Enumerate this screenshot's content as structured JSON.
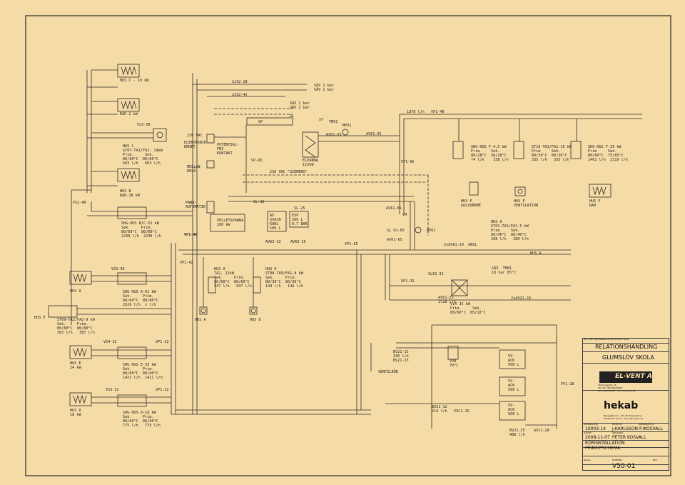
{
  "labels": {
    "hus_c_18": "HUS C - 18 kW",
    "rad_2": "RAD-2 kW",
    "vs3_50": "VS3-50",
    "hus_c_block": "HUS C\nST07-TA1/FA1. 14kW\nPrim.     Sek.\n80/60°C  80/60°C\n603 l/h   603 l/h",
    "hus_b_rad": "HUS B\nRAD-18 kW",
    "vs2_40": "VS2-40",
    "shg_bc": "SHG-HUS B/C-52 kW\nSek.     Prim.\n80/60°C  80/60°C\n2239 l/h  2239 l/h",
    "vp1_40a": "VP1-40",
    "vs3_50b": "VS3-50",
    "hus_a": "HUS A",
    "shg_a": "SHG-HUS A-61 kW\nSek.     Prim.\n80/60°C  80/60°C\n2626 l/h  x l/h",
    "hus_e_left": "HUS E",
    "st09": "ST09-TA2/FA2-9 kW\nSek.     Prim.\n80/60°C  80/60°C\n387 l/h   387 l/h",
    "vs4_32": "VS4-32",
    "vp1_32a": "VP1-32",
    "hus_e_24": "HUS E\n24 kW",
    "shg_e": "SHG-HUS E-33 kW\nSek.     Prim.\n80/60°C  80/60°C\n1421 l/h  1421 l/h",
    "vs3_32": "VS3-32",
    "vp1_32b": "VP1-32",
    "hus_d_18": "HUS D\n18 kW",
    "shg_d": "SHG-HUS D-18 kW\nSek.     Prim.\n80/60°C  80/60°C\n775 l/h   775 l/h",
    "pipe_2x52_28": "2x52-28",
    "pipe_2x52_42": "2x52-42",
    "sav_2bar": "SÄV 2 bar\nSÄV 2 bar",
    "sav_2bar_b": "SÄV 2 bar\nSÄV 2 bar",
    "gp": "GP",
    "gl": "GL",
    "st": "ST",
    "tm01": "TM01",
    "mp01": "MP01",
    "av61_65a": "AV61-65",
    "av61_65b": "AV61-65",
    "flow_1870": "1870 l/h",
    "vp1_40b": "VP1-40",
    "vac230": "230 VAC",
    "elektronik": "ELEKTRONIK\nENHET",
    "potential": "POTENTIAL-\nFRI\nKONTAKT",
    "mellan_rela": "MELLAN\nRELÄ",
    "vp_65": "VP-65",
    "elpanna": "ELPANNA\n115kW",
    "vac_siemens": "230 VAC \"SIEMENS\"",
    "vp1_65a": "VP1-65",
    "shg_f": "SHG-HUS F-4,5 kW\nPrim     Sek.\n80/28°C  38/28°C\n74 l/h    338 l/h",
    "st10": "ST10-TA1/FA1-19 kW\nPrim     Sek.\n80/30°C  80/30°C\n335 l/h   335 l/h",
    "shg_f29": "SHG-HUS F-29 kW\nPrim     Sek.\n80/60°C  75/65°C\n1461 l/h  2119 l/h",
    "hus_f_golv": "HUS F\nGOLVVÄRME",
    "hus_f_vent": "HUS F\nVENTILATION",
    "hus_f_rad": "HUS F\nRAD",
    "pann_auto": "PANN-\nAUTOMATIK",
    "sl_32": "SL-32",
    "sl_25": "SL-25",
    "pelletspanna": "PELLETSPANNA\n200 kW",
    "av_svaln": "AV\nSVALN\nKARL\n500 L",
    "exp": "EXP\n500 L\n0,7 BAR",
    "av63_32": "AV63-32",
    "av63_25": "AV63-25",
    "av61_65c": "AV61-65",
    "vm": "VM",
    "sl61_65": "SL 61-65",
    "av61_65d": "AV61-65",
    "mp61": "MP61",
    "vp1_65b": "VP1-65",
    "av61_20": "2xAV61-20  ANSL",
    "hus_a_st01": "HUS A\nST01-TA1/FA1-5 kW\nPrim     Sek.\n80/40°C  80/40°C\n108 l/h   180 l/h",
    "hus_a_right": "HUS A",
    "vp1_40c": "VP1-40",
    "vp1_42": "VP1-42",
    "hus_a_ta2": "HUS A\nTA2, 22kW\nSek.     Prim.\n80/60°C  80/60°C\n947 l/h   947 l/h",
    "hus_d_st08": "HUS D\nST08-TA9/FA1,8 kW\nSek.     Prim.\n80/30°C  80/30°C\n144 l/h   144 l/h",
    "hus_a_bottom": "HUS A",
    "hus_d_bottom": "HUS D",
    "sav_18bar": "SÄV  TM01\n18 bar 65°C",
    "sl61_32": "SL61-32",
    "vp1_32c": "VP1-32",
    "av61_25": "AV61-25\n1728 l/h",
    "vvx_35": "VVX 35 kW\nPrim.     Sek.\n80/60°C  65/10°C",
    "av21_28": "2xAV21-28",
    "vvb": "VVB\n70°C",
    "bv21_15": "BV21-15\n336 l/h\nBV21-15",
    "ventilror": "VENTILRÖR",
    "vv_ack1": "VV-\nACK\n500 L",
    "vv_ack2": "VV-\nACK\n500 L",
    "vv_ack3": "VV-\nACK\n500 L",
    "vv1_28": "VV1-28",
    "bv21_12": "BV21-12\n214 l/h",
    "vvc1_15": "VVC1-15",
    "bv21_25": "BV21-25\n488 l/h",
    "av21_28b": "AV21-28"
  },
  "titleblock": {
    "doc_type": "RELATIONSHANDLING",
    "project": "GLUMSLÖV SKOLA",
    "company": "EL-VENT AB",
    "company_address": "Stationsgatan 16\n252 49  HELSINGBORG\nTel. 042-290080   Fax. 042-290124",
    "hekab": "hekab",
    "hekab_address": "Bergsgatan 6 • 25x 46 Helsingborg\nTel 042-16 70 10 • Fax 042-15 81 19",
    "uppdrag_nr": "10003-14",
    "ritad_av": "J.KARLSSON",
    "granskad": "P.IKOSVALL",
    "datum": "2008-11-07",
    "ansvarig": "PETER KOSVALL",
    "title1": "RÖRINSTALLATION",
    "title2": "PRINCIPSCHEMA",
    "ritning_nr": "V50-01",
    "rev_hdr": "REV  ANT  ÄNDRINGEN AVSER       DATUM  SIGN",
    "uppdrag_label": "UPPDRAG NR",
    "ritad_label": "RITAD AV",
    "granskad_label": "GRANSKAD AV",
    "datum_label": "DATUM",
    "ansvarig_label": "ANSVARIG",
    "skala_label": "SKALA",
    "nummer_label": "NUMMER",
    "rev_label": "REV"
  },
  "colors": {
    "paper": "#f5dba6",
    "ink": "#2a2a2a",
    "frame": "#3a3a3a"
  }
}
